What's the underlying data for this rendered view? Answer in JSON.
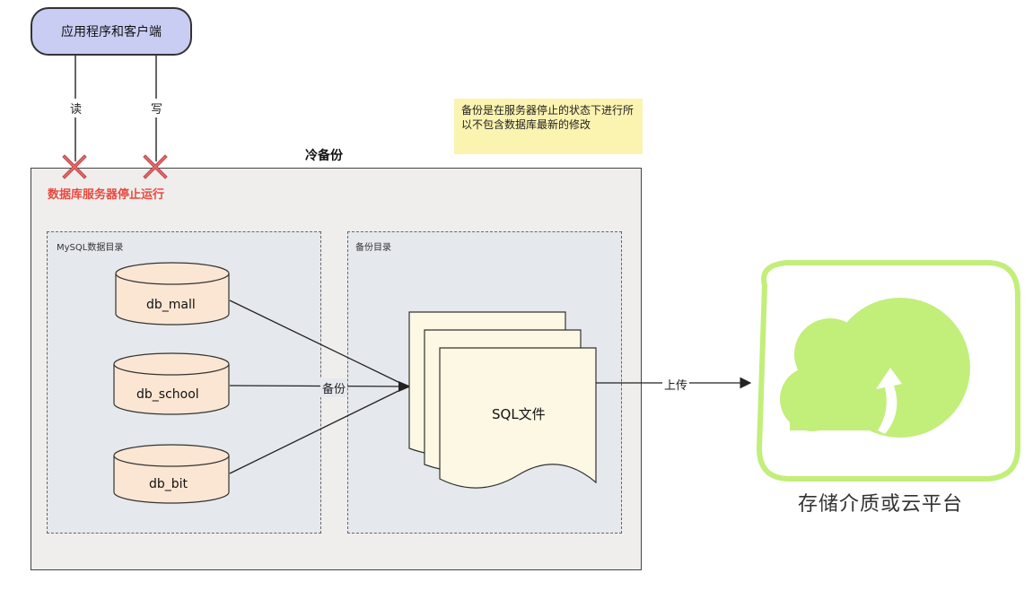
{
  "app_node": {
    "label": "应用程序和客户端"
  },
  "edges": {
    "read": "读",
    "write": "写",
    "backup": "备份",
    "upload": "上传"
  },
  "status": {
    "server_stopped": "数据库服务器停止运行"
  },
  "cold_backup": {
    "title": "冷备份"
  },
  "note": {
    "text": "备份是在服务器停止的状态下进行所以不包含数据库最新的修改"
  },
  "mysql_dir": {
    "label": "MySQL数据目录",
    "databases": [
      "db_mall",
      "db_school",
      "db_bit"
    ]
  },
  "backup_dir": {
    "label": "备份目录",
    "file_label": "SQL文件"
  },
  "storage": {
    "label": "存储介质或云平台"
  },
  "colors": {
    "app_fill": "#c9cdf4",
    "db_fill": "#fbe6d3",
    "doc_fill": "#fcf8e3",
    "cross": "#e8696a",
    "cloud": "#c2ee7a",
    "note_fill": "#fbf3b0"
  }
}
